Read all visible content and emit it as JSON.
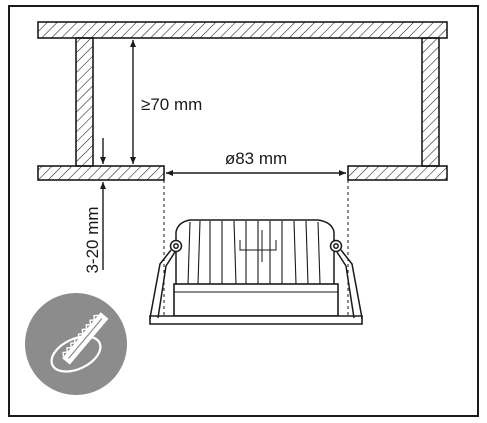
{
  "dimensions": {
    "clearance_label": "≥70 mm",
    "cutout_label": "ø83 mm",
    "ceiling_thickness_label": "3-20 mm"
  },
  "icon": {
    "name": "hole-saw-cutting-icon",
    "background_color": "#8c8c8c"
  },
  "colors": {
    "line": "#1a1a1a",
    "hatch": "#1a1a1a",
    "frame": "#1a1a1a"
  }
}
